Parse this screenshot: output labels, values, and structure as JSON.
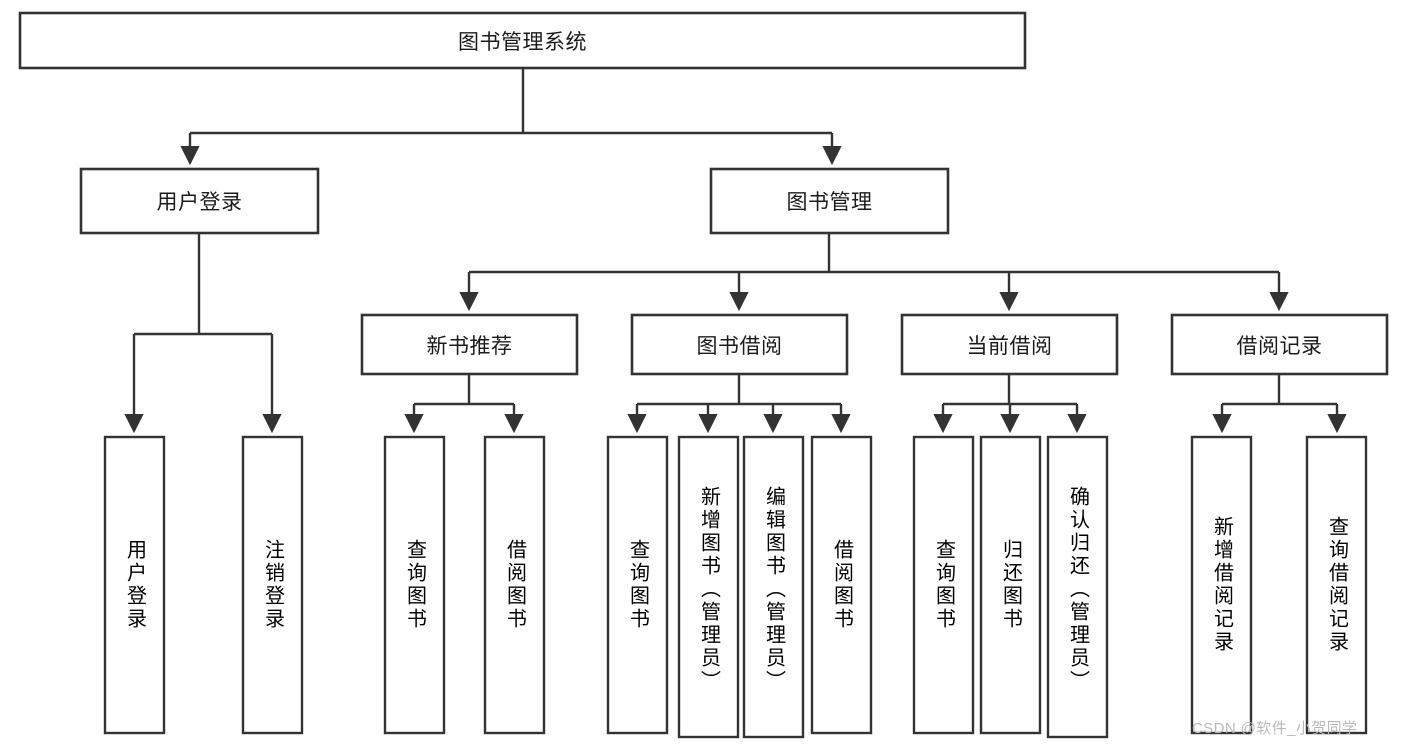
{
  "diagram": {
    "type": "tree-hierarchy-diagram",
    "title": "图书管理系统",
    "orientation": "top-down",
    "colors": {
      "box_stroke": "#333333",
      "box_fill": "#ffffff",
      "text": "#1b1b1b",
      "connector": "#333333",
      "watermark": "#b9b9b9",
      "background": "#ffffff"
    },
    "root": {
      "label": "图书管理系统",
      "level": 0
    },
    "level1": [
      {
        "label": "用户登录"
      },
      {
        "label": "图书管理"
      }
    ],
    "level2": [
      {
        "label": "新书推荐"
      },
      {
        "label": "图书借阅"
      },
      {
        "label": "当前借阅"
      },
      {
        "label": "借阅记录"
      }
    ],
    "leaves": {
      "user_login": [
        {
          "label": "用户登录"
        },
        {
          "label": "注销登录"
        }
      ],
      "new_book_recommend": [
        {
          "label": "查询图书"
        },
        {
          "label": "借阅图书"
        }
      ],
      "book_borrow": [
        {
          "label": "查询图书"
        },
        {
          "label": "新增图书（管理员）"
        },
        {
          "label": "编辑图书（管理员）"
        },
        {
          "label": "借阅图书"
        }
      ],
      "current_borrow": [
        {
          "label": "查询图书"
        },
        {
          "label": "归还图书"
        },
        {
          "label": "确认归还（管理员）"
        }
      ],
      "borrow_record": [
        {
          "label": "新增借阅记录"
        },
        {
          "label": "查询借阅记录"
        }
      ]
    }
  },
  "watermark": {
    "text": "CSDN @软件_小贺同学"
  }
}
